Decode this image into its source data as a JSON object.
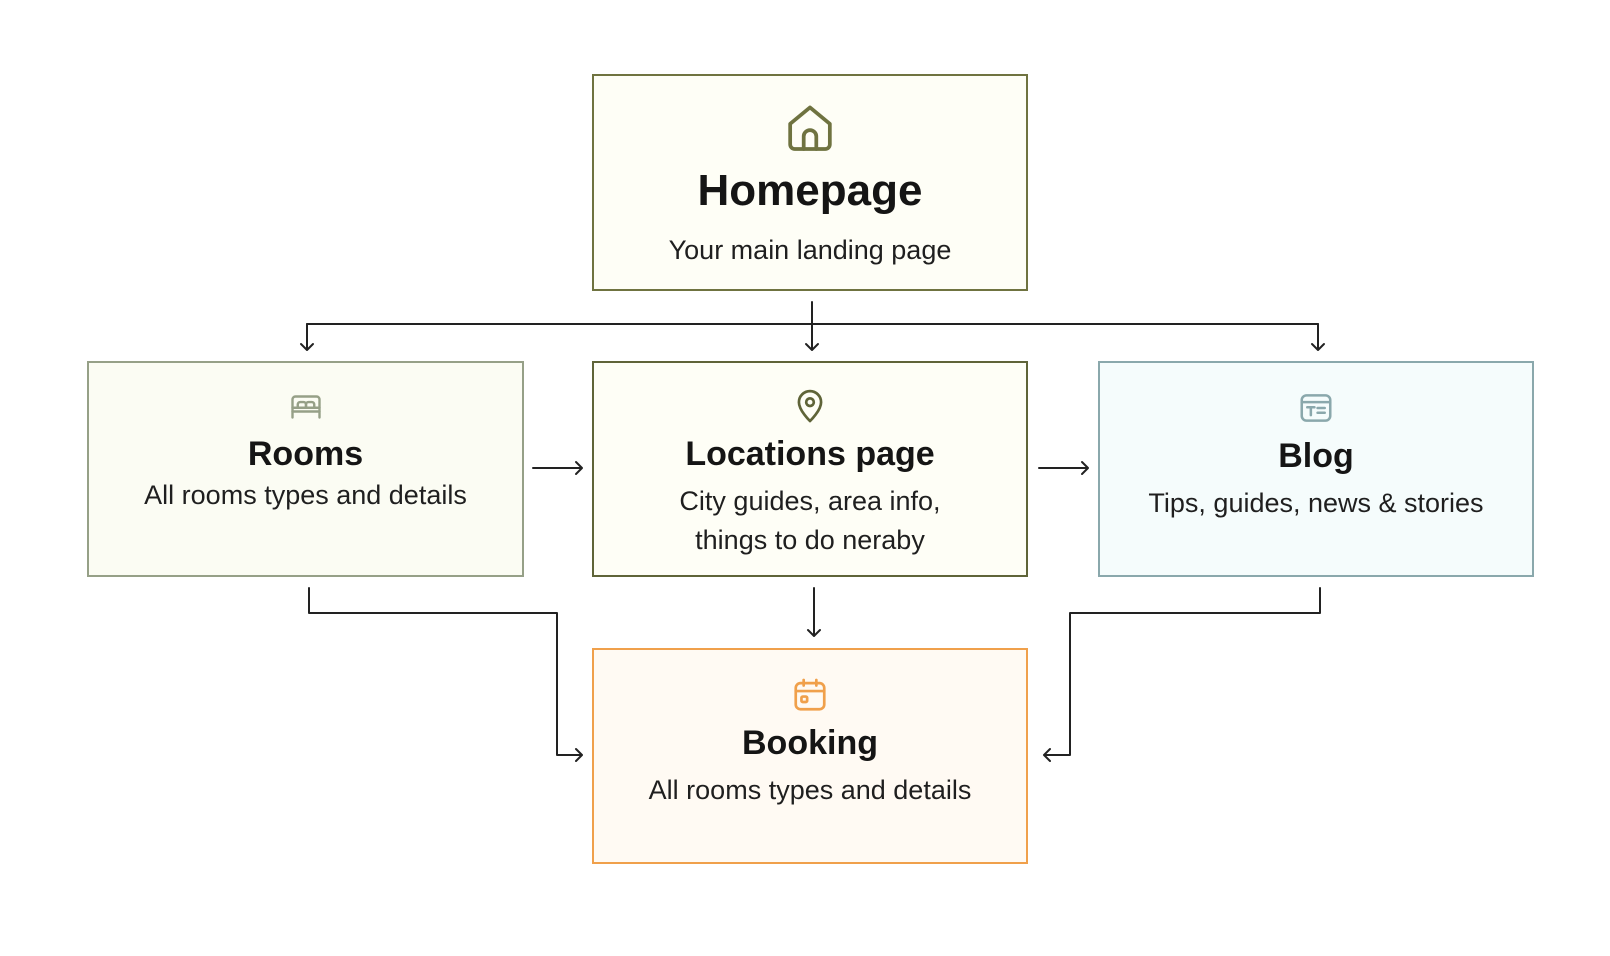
{
  "nodes": {
    "homepage": {
      "title": "Homepage",
      "description": "Your main landing page",
      "icon": "house-icon"
    },
    "rooms": {
      "title": "Rooms",
      "description": "All rooms types and details",
      "icon": "bed-icon"
    },
    "locations": {
      "title": "Locations page",
      "description_line1": "City guides, area info,",
      "description_line2": "things to do neraby",
      "icon": "location-pin-icon"
    },
    "blog": {
      "title": "Blog",
      "description": "Tips, guides, news & stories",
      "icon": "article-icon"
    },
    "booking": {
      "title": "Booking",
      "description": "All rooms types and details",
      "icon": "calendar-icon"
    }
  },
  "edges": [
    {
      "from": "homepage",
      "to": "rooms"
    },
    {
      "from": "homepage",
      "to": "locations"
    },
    {
      "from": "homepage",
      "to": "blog"
    },
    {
      "from": "rooms",
      "to": "locations"
    },
    {
      "from": "locations",
      "to": "blog"
    },
    {
      "from": "rooms",
      "to": "booking"
    },
    {
      "from": "locations",
      "to": "booking"
    },
    {
      "from": "blog",
      "to": "booking"
    }
  ],
  "colors": {
    "homepage_border": "#6f7340",
    "rooms_border": "#96a087",
    "locations_border": "#5f6438",
    "blog_border": "#8aa8ac",
    "booking_border": "#f0a04b",
    "connector": "#222222"
  }
}
